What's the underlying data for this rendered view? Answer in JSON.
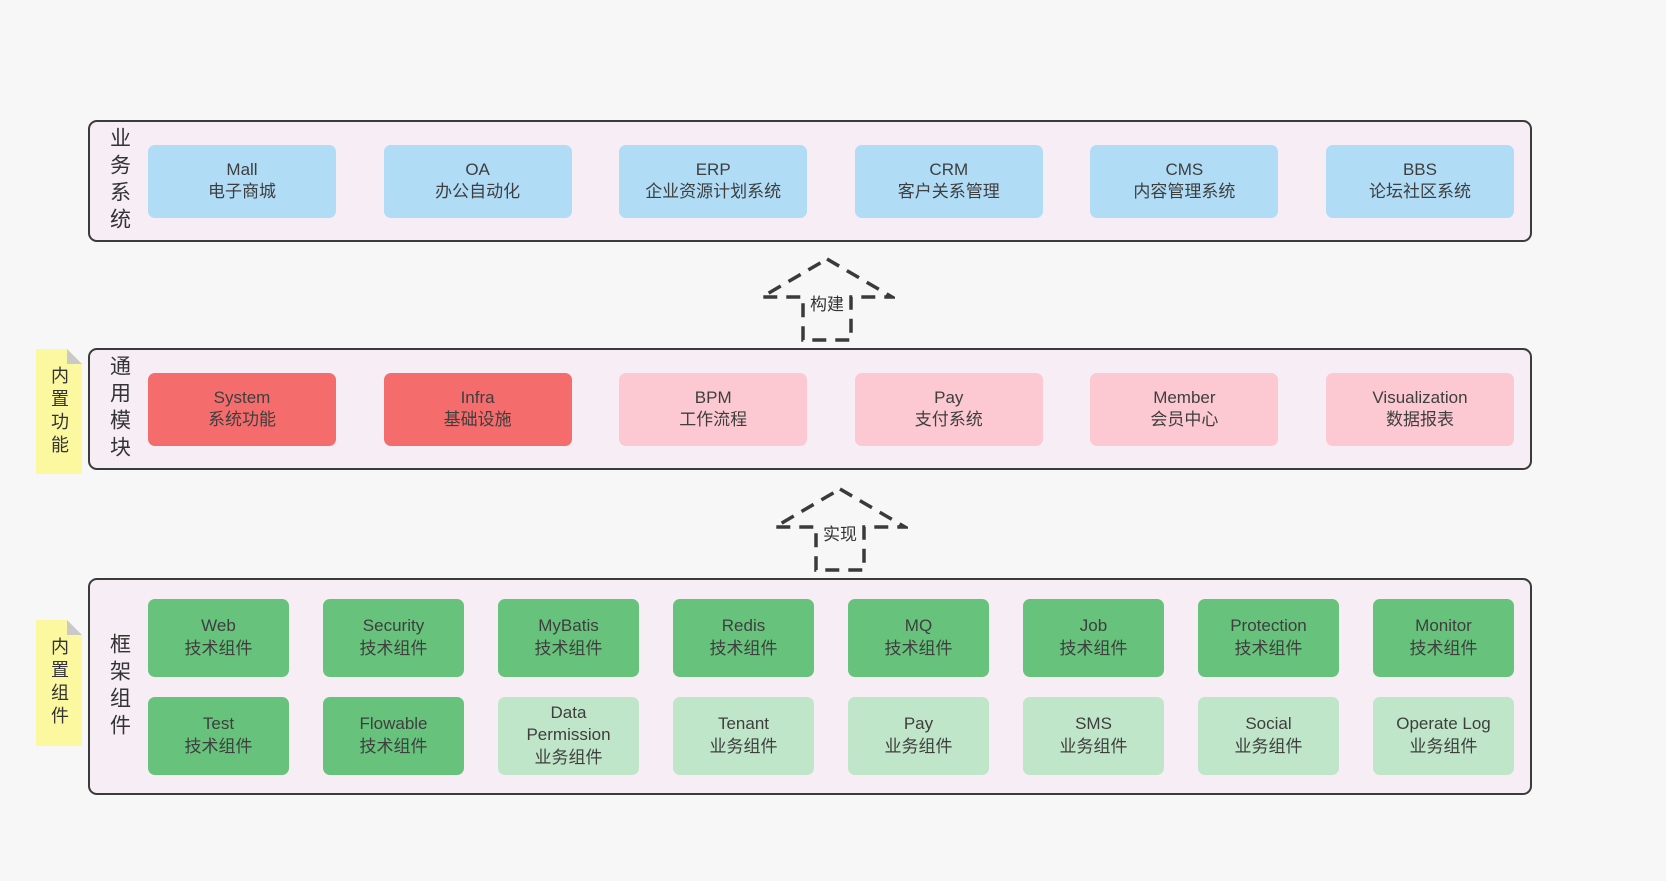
{
  "colors": {
    "page_bg": "#f7f7f7",
    "panel_bg": "#f6edf5",
    "panel_border": "#3b3b3b",
    "blue": "#b0dcf6",
    "red": "#f56c6c",
    "pink": "#fcc9d2",
    "green": "#67c37c",
    "light_green": "#c0e6c9",
    "note_yellow": "#fbf8a0",
    "note_fold": "#c9c9c9",
    "text": "#3e3e3e"
  },
  "layers": [
    {
      "label": "业务系统",
      "rows": [
        [
          {
            "name": "Mall",
            "desc": "电子商城",
            "color": "blue"
          },
          {
            "name": "OA",
            "desc": "办公自动化",
            "color": "blue"
          },
          {
            "name": "ERP",
            "desc": "企业资源计划系统",
            "color": "blue"
          },
          {
            "name": "CRM",
            "desc": "客户关系管理",
            "color": "blue"
          },
          {
            "name": "CMS",
            "desc": "内容管理系统",
            "color": "blue"
          },
          {
            "name": "BBS",
            "desc": "论坛社区系统",
            "color": "blue"
          }
        ]
      ]
    },
    {
      "label": "通用模块",
      "rows": [
        [
          {
            "name": "System",
            "desc": "系统功能",
            "color": "red"
          },
          {
            "name": "Infra",
            "desc": "基础设施",
            "color": "red"
          },
          {
            "name": "BPM",
            "desc": "工作流程",
            "color": "pink"
          },
          {
            "name": "Pay",
            "desc": "支付系统",
            "color": "pink"
          },
          {
            "name": "Member",
            "desc": "会员中心",
            "color": "pink"
          },
          {
            "name": "Visualization",
            "desc": "数据报表",
            "color": "pink"
          }
        ]
      ]
    },
    {
      "label": "框架组件",
      "rows": [
        [
          {
            "name": "Web",
            "desc": "技术组件",
            "color": "green"
          },
          {
            "name": "Security",
            "desc": "技术组件",
            "color": "green"
          },
          {
            "name": "MyBatis",
            "desc": "技术组件",
            "color": "green"
          },
          {
            "name": "Redis",
            "desc": "技术组件",
            "color": "green"
          },
          {
            "name": "MQ",
            "desc": "技术组件",
            "color": "green"
          },
          {
            "name": "Job",
            "desc": "技术组件",
            "color": "green"
          },
          {
            "name": "Protection",
            "desc": "技术组件",
            "color": "green"
          },
          {
            "name": "Monitor",
            "desc": "技术组件",
            "color": "green"
          }
        ],
        [
          {
            "name": "Test",
            "desc": "技术组件",
            "color": "green"
          },
          {
            "name": "Flowable",
            "desc": "技术组件",
            "color": "green"
          },
          {
            "name": "Data Permission",
            "desc": "业务组件",
            "color": "light_green"
          },
          {
            "name": "Tenant",
            "desc": "业务组件",
            "color": "light_green"
          },
          {
            "name": "Pay",
            "desc": "业务组件",
            "color": "light_green"
          },
          {
            "name": "SMS",
            "desc": "业务组件",
            "color": "light_green"
          },
          {
            "name": "Social",
            "desc": "业务组件",
            "color": "light_green"
          },
          {
            "name": "Operate Log",
            "desc": "业务组件",
            "color": "light_green"
          }
        ]
      ]
    }
  ],
  "arrows": [
    {
      "label": "构建"
    },
    {
      "label": "实现"
    }
  ],
  "notes": [
    {
      "text": "内置功能"
    },
    {
      "text": "内置组件"
    }
  ]
}
